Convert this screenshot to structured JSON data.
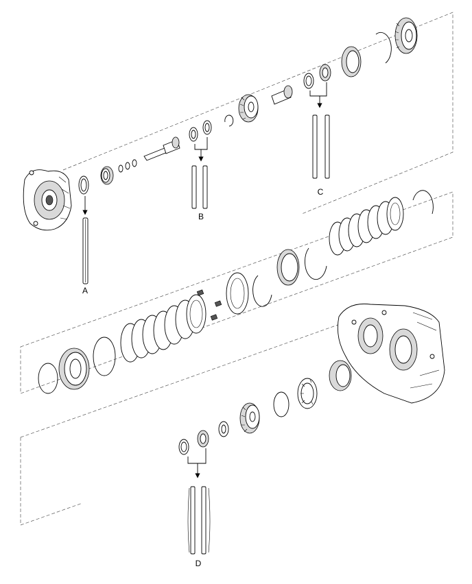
{
  "diagram": {
    "type": "exploded-view",
    "callouts": {
      "a": "A",
      "b": "B",
      "c": "C",
      "d": "D"
    },
    "icons": [
      "housing-icon",
      "gear-icon",
      "clutch-plate-icon",
      "snap-ring-icon",
      "bearing-icon",
      "shaft-icon",
      "shim-icon"
    ]
  }
}
